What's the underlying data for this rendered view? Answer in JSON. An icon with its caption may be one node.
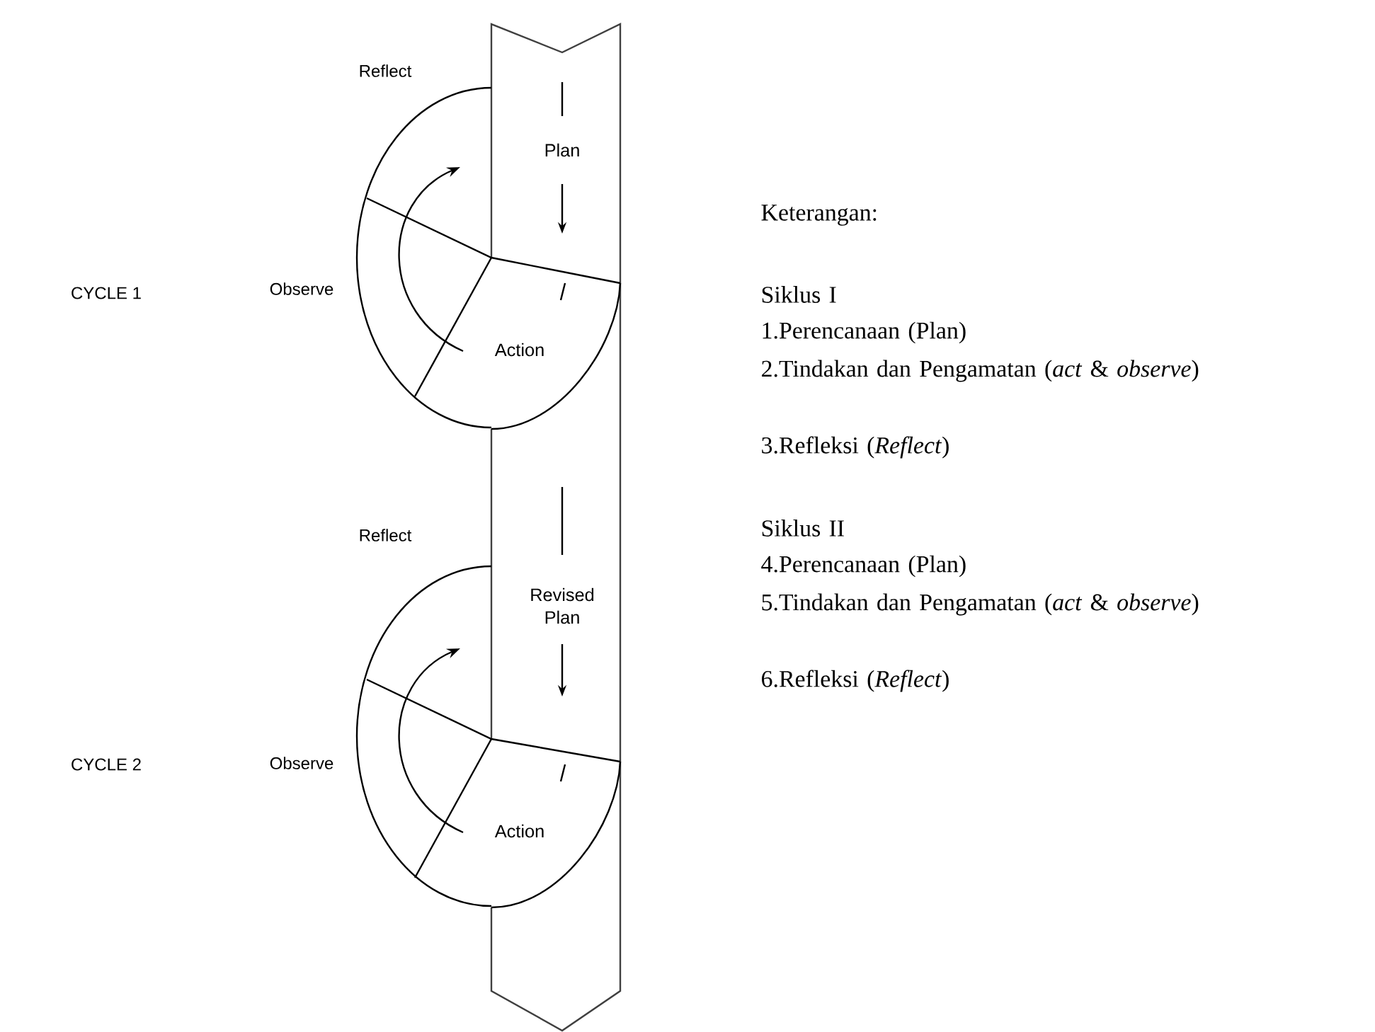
{
  "diagram": {
    "nodes": [
      {
        "text": [
          "Plan"
        ]
      },
      {
        "text": [
          "Action"
        ]
      },
      {
        "text": [
          "Revised Plan"
        ]
      },
      {
        "text": [
          "Action"
        ]
      }
    ],
    "labels": [
      "Reflect",
      "CYCLE 1",
      "Observe",
      "Reflect",
      "CYCLE 2",
      "Observe",
      "Keterangan:",
      "Siklus I",
      "1.Perencanaan (Plan)",
      "2.Tindakan dan Pengamatan (*act* & *observe*)",
      "3.Refleksi (*Reflect*)",
      "Siklus II",
      "4.Perencanaan (Plan)",
      "5.Tindakan dan Pengamatan (*act* & *observe*)",
      "6.Refleksi (*Reflect*)"
    ]
  }
}
